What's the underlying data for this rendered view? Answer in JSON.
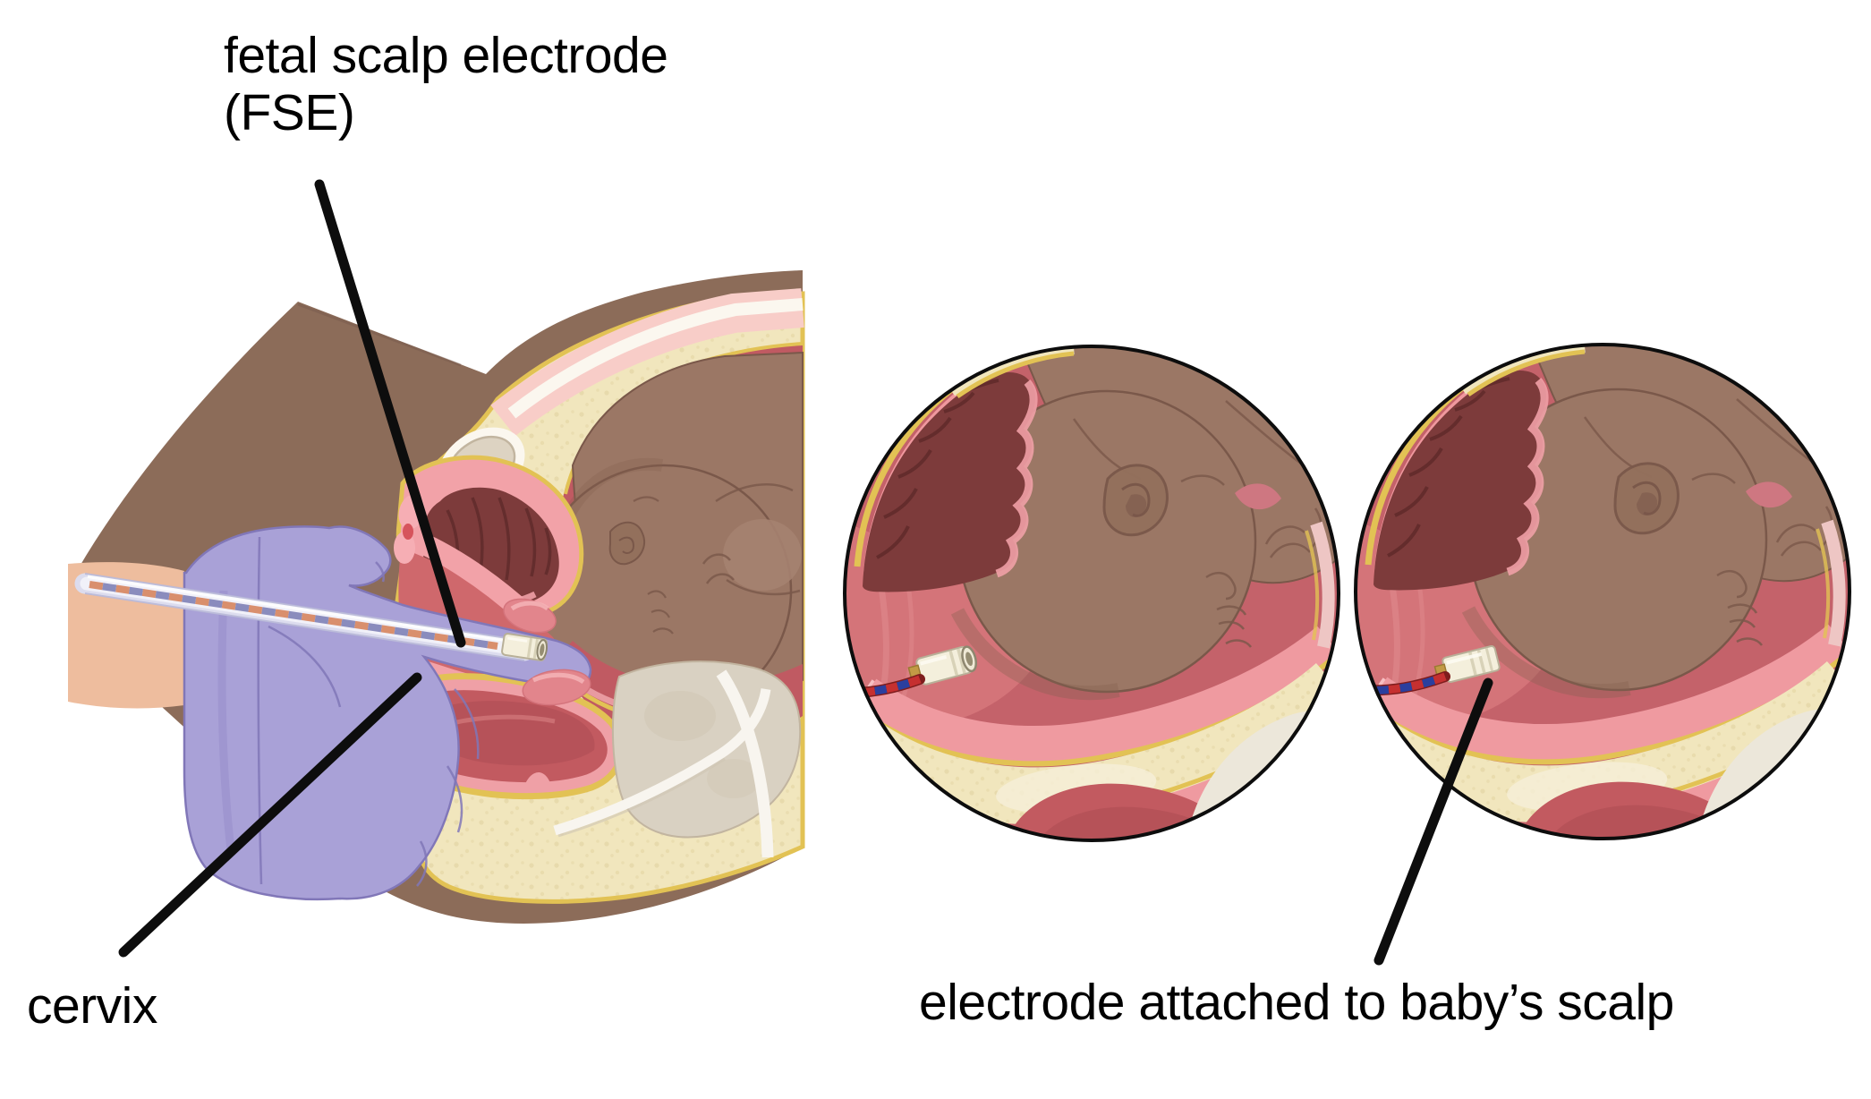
{
  "figure": {
    "type": "medical-illustration",
    "subject": "fetal scalp electrode placement during labour",
    "background": "#ffffff"
  },
  "labels": {
    "fse": "fetal scalp electrode\n(FSE)",
    "cervix": "cervix",
    "electrode_attached": "electrode attached to baby’s scalp"
  },
  "annotations": [
    {
      "label": "fetal scalp electrode (FSE)",
      "points_to": "instrument-tip-in-main-view"
    },
    {
      "label": "cervix",
      "points_to": "cervix-in-main-view"
    },
    {
      "label": "electrode attached to baby’s scalp",
      "points_to": "electrode-in-right-inset"
    }
  ],
  "panels": [
    {
      "name": "main-view",
      "shape": "sagittal-section",
      "content": "gloved hand guiding FSE introducer through vagina toward cervix and baby's head"
    },
    {
      "name": "inset-left",
      "shape": "circle",
      "content": "close-up: electrode near baby's scalp"
    },
    {
      "name": "inset-right",
      "shape": "circle",
      "content": "close-up: electrode attached to baby's scalp"
    }
  ],
  "colors": {
    "line": "#0d0d0d",
    "text": "#000000",
    "skin": "#8c6c59",
    "skinEdge": "#74584a",
    "examiner": "#eebd9e",
    "glove": "#a9a1d7",
    "gloveLine": "#8177b8",
    "gloveShade": "#968cc9",
    "babySkin": "#9b7765",
    "babyLine": "#7a584a",
    "babyShade": "#84604f",
    "limb": "#a58270",
    "fat": "#f1e6bd",
    "fatSpeckle": "#ddcc96",
    "fatBorder": "#e2c254",
    "fatLight": "#f6efd8",
    "muscle": "#f8cdc8",
    "fascia": "#fbf7ef",
    "bone": "#ddd3c2",
    "boneLine": "#c2b5a0",
    "boneGray": "#d9d1c2",
    "boneWhite": "#f8f5ef",
    "bonePatch": "#cfc5b2",
    "boneSoft": "#ece7da",
    "bladder": "#7d3b3b",
    "bladderLine": "#5e2a2a",
    "bladderScallop": "#f0a0a6",
    "pinkWall": "#f2a2a8",
    "palePink": "#f5b3b8",
    "ridgePink": "#ef9aa0",
    "ridgeHi": "#f7bfc2",
    "vulvaPink": "#f6aeb4",
    "vulvaRed": "#d6545c",
    "anusRed": "#c9474f",
    "rose": "#c4626a",
    "roseDeep": "#c05a62",
    "roseBand": "#dd767d",
    "rosePale": "#d98f94",
    "salmon": "#d47479",
    "canal": "#cf686c",
    "lip": "#e2858c",
    "lipEdge": "#d4747c",
    "fetPink": "#ce7781",
    "rectum": "#c25a60",
    "rectumShade": "#ad4d53",
    "rectumRim": "#efa0a6",
    "tube": "#dcdcee",
    "tubeEdge": "#b5b5d6",
    "tubeInner": "#f1f1f9",
    "wireSalmon": "#d98f6d",
    "wireLav": "#8a8cbd",
    "electrode": "#f4efdc",
    "electrodeEdge": "#b8b098",
    "electrodeRing": "#8e876f",
    "electrodeHole": "#958d72",
    "electrodeRidge": "#d8d2b8",
    "connector": "#c29a45",
    "wireRed": "#c53030",
    "wireBlue": "#2b3f9e",
    "wireDark": "#7e1d1d"
  }
}
